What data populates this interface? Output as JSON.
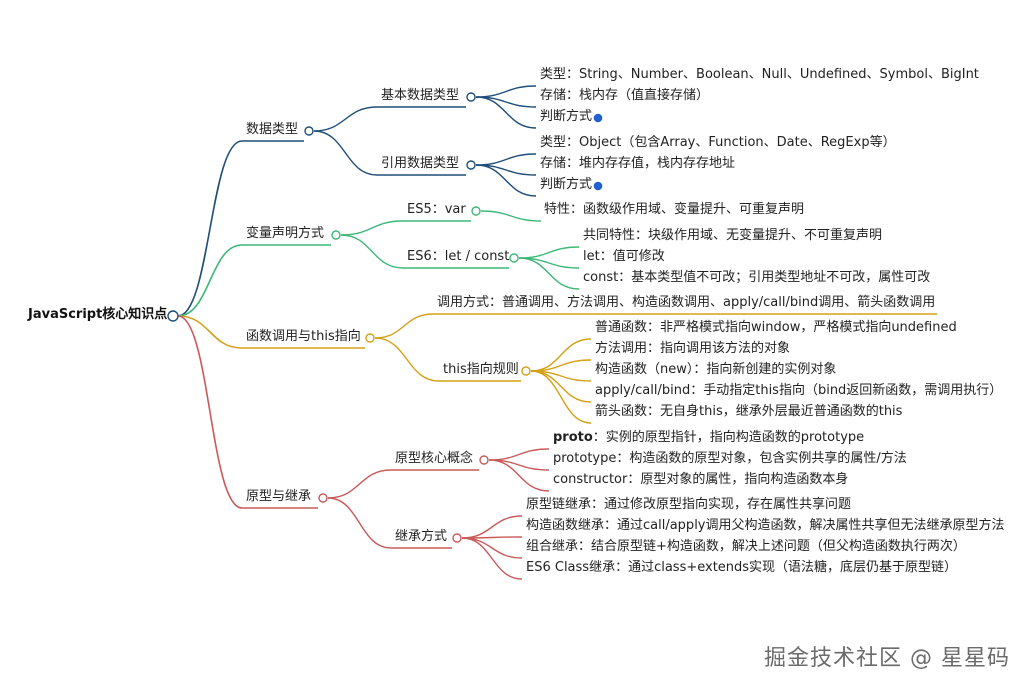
{
  "root": {
    "label": "JavaScript核心知识点"
  },
  "colors": {
    "blue": "#1f4e79",
    "green": "#3cb878",
    "yellow": "#d4a017",
    "red": "#c95a5a",
    "dot": "#2060d0"
  },
  "branches": [
    {
      "label": "数据类型",
      "children": [
        {
          "label": "基本数据类型",
          "leaves": [
            "类型：String、Number、Boolean、Null、Undefined、Symbol、BigInt",
            "存储：栈内存（值直接存储）",
            "判断方式"
          ]
        },
        {
          "label": "引用数据类型",
          "leaves": [
            "类型：Object（包含Array、Function、Date、RegExp等）",
            "存储：堆内存存值，栈内存存地址",
            "判断方式"
          ]
        }
      ]
    },
    {
      "label": "变量声明方式",
      "children": [
        {
          "label": "ES5：var",
          "leaves": [
            "特性：函数级作用域、变量提升、可重复声明"
          ]
        },
        {
          "label": "ES6：let / const",
          "leaves": [
            "共同特性：块级作用域、无变量提升、不可重复声明",
            "let：值可修改",
            "const：基本类型值不可改；引用类型地址不可改，属性可改"
          ]
        }
      ]
    },
    {
      "label": "函数调用与this指向",
      "children": [
        {
          "label": "调用方式：普通调用、方法调用、构造函数调用、apply/call/bind调用、箭头函数调用",
          "leaves": []
        },
        {
          "label": "this指向规则",
          "leaves": [
            "普通函数：非严格模式指向window，严格模式指向undefined",
            "方法调用：指向调用该方法的对象",
            "构造函数（new）：指向新创建的实例对象",
            "apply/call/bind：手动指定this指向（bind返回新函数，需调用执行）",
            "箭头函数：无自身this，继承外层最近普通函数的this"
          ]
        }
      ]
    },
    {
      "label": "原型与继承",
      "children": [
        {
          "label": "原型核心概念",
          "leaves": [
            {
              "bold": "proto",
              "rest": "：实例的原型指针，指向构造函数的prototype"
            },
            "prototype：构造函数的原型对象，包含实例共享的属性/方法",
            "constructor：原型对象的属性，指向构造函数本身"
          ]
        },
        {
          "label": "继承方式",
          "leaves": [
            "原型链继承：通过修改原型指向实现，存在属性共享问题",
            "构造函数继承：通过call/apply调用父构造函数，解决属性共享但无法继承原型方法",
            "组合继承：结合原型链+构造函数，解决上述问题（但父构造函数执行两次）",
            "ES6 Class继承：通过class+extends实现（语法糖，底层仍基于原型链）"
          ]
        }
      ]
    }
  ],
  "watermark": "掘金技术社区 @ 星星码"
}
